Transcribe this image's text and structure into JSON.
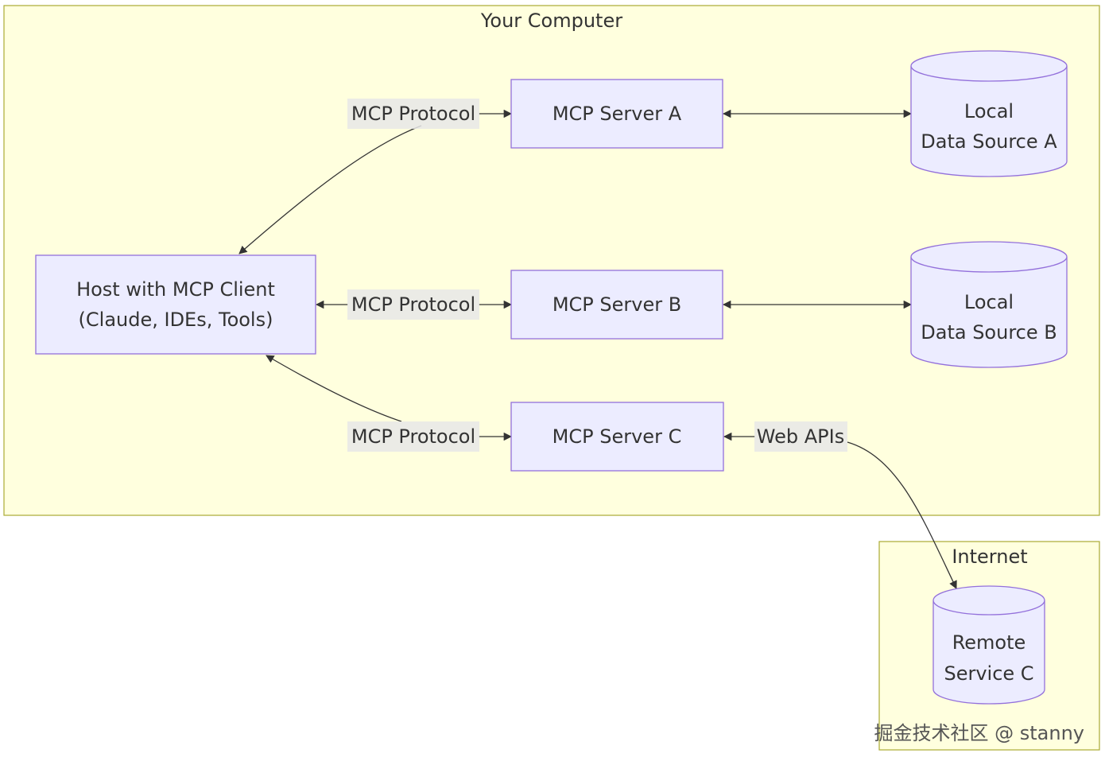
{
  "clusters": {
    "computer": "Your Computer",
    "internet": "Internet"
  },
  "nodes": {
    "host": [
      "Host with MCP Client",
      "(Claude, IDEs, Tools)"
    ],
    "server_a": "MCP Server A",
    "server_b": "MCP Server B",
    "server_c": "MCP Server C",
    "data_a": [
      "Local",
      "Data Source A"
    ],
    "data_b": [
      "Local",
      "Data Source B"
    ],
    "remote_c": [
      "Remote",
      "Service C"
    ]
  },
  "edges": {
    "host_a": "MCP Protocol",
    "host_b": "MCP Protocol",
    "host_c": "MCP Protocol",
    "c_remote": "Web APIs"
  },
  "watermark": "掘金技术社区 @ stanny",
  "colors": {
    "cluster_fill": "#ffffde",
    "cluster_stroke": "#aaaa33",
    "node_fill": "#ececff",
    "node_stroke": "#9370db",
    "edge": "#333333"
  }
}
